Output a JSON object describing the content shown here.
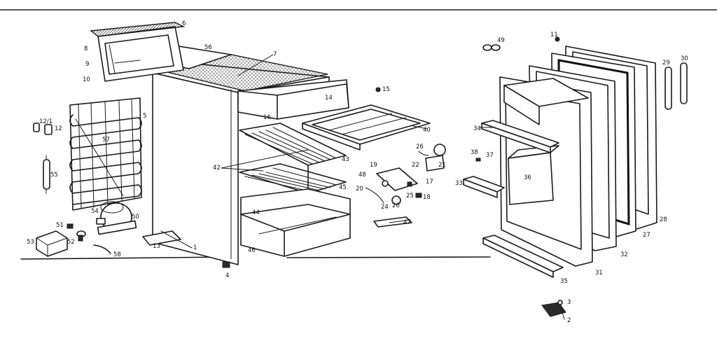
{
  "parts": {
    "p1": "1",
    "p2": "2",
    "p3": "3",
    "p4": "4",
    "p5": "5",
    "p6": "6",
    "p7": "7",
    "p8": "8",
    "p9": "9",
    "p10": "10",
    "p11": "11",
    "p12_1": "12/1",
    "p12": "12",
    "p13": "13",
    "p14": "14",
    "p15": "15",
    "p16": "16",
    "p17": "17",
    "p18": "18",
    "p19": "19",
    "p20": "20",
    "p20b": "20",
    "p21": "21",
    "p22": "22",
    "p24": "24",
    "p25": "25",
    "p26": "26",
    "p27": "27",
    "p28": "28",
    "p29": "29",
    "p30": "30",
    "p31": "31",
    "p32": "32",
    "p33": "33",
    "p34": "34",
    "p35": "35",
    "p36": "36",
    "p37": "37",
    "p38": "38",
    "p40": "40",
    "p42": "42",
    "p43": "43",
    "p44": "44",
    "p45": "45",
    "p46": "46",
    "p47": "47",
    "p48": "48",
    "p49": "49",
    "p50": "50",
    "p51": "51",
    "p52": "52",
    "p53": "53",
    "p54": "54",
    "p55": "55",
    "p56": "56",
    "p57": "57",
    "p58": "58"
  }
}
